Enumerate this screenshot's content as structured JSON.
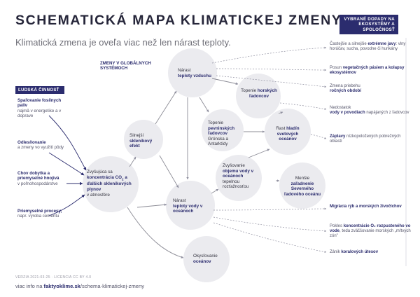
{
  "title": "SCHEMATICKÁ MAPA KLIMATICKEJ ZMENY",
  "subtitle": "Klimatická zmena je oveľa viac než len nárast teploty.",
  "sections": {
    "human": "ĽUDSKÁ ČINNOSŤ",
    "systems": "ZMENY V GLOBÁLNYCH SYSTÉMOCH",
    "impacts": "VYBRANÉ DOPADY NA EKOSYSTÉMY A SPOLOČNOSŤ"
  },
  "activities": [
    {
      "bold": "Spaľovanie fosílnych palív",
      "rest": "najmä v energetike a v doprave"
    },
    {
      "bold": "Odlesňovanie",
      "rest": "a zmeny vo využití pôdy"
    },
    {
      "bold": "Chov dobytka a priemyselné hnojivá",
      "rest": "v poľnohospodárstve"
    },
    {
      "bold": "Priemyselné procesy,",
      "rest": "napr. výroba cementu"
    }
  ],
  "nodes": {
    "gases": {
      "pre": "Zvyšujúca sa",
      "bold1": "koncentrácia CO",
      "sub": "2",
      "bold2": "a ďalších skleníkových plynov",
      "post": "v atmosfére"
    },
    "greenhouse": {
      "pre": "Silnejší",
      "bold": "skleníkový efekt"
    },
    "air": {
      "pre": "Nárast",
      "bold": "teploty vzduchu"
    },
    "glaciers": {
      "pre": "Topenie",
      "bold": "horských ľadovcov"
    },
    "icesheets": {
      "pre": "Topenie",
      "bold": "pevninských ľadovcov",
      "post": "Grónska a Antarktídy"
    },
    "sea": {
      "pre": "Rast",
      "bold": "hladín svetových oceánov"
    },
    "volume": {
      "pre": "Zvyšovanie",
      "bold": "objemu vody v oceánoch",
      "post": "tepelnou rozťažnosťou"
    },
    "ocean": {
      "pre": "Nárast",
      "bold": "teploty vody v oceánoch"
    },
    "ice": {
      "pre": "Menšie",
      "bold": "zaľadnenie Severného ľadového oceánu"
    },
    "acid": {
      "pre": "Okysľovanie",
      "bold": "oceánov"
    }
  },
  "impacts": [
    {
      "pre": "Častejšie a silnejšie",
      "bold": "extrémne javy",
      "post": ": vlny horúčav, sucha, povodne či hurikány"
    },
    {
      "pre": "Posun",
      "bold": "vegetačných pásiem a kolapsy ekosystémov",
      "post": ""
    },
    {
      "pre": "Zmena priebehu",
      "bold": "ročných období",
      "post": ""
    },
    {
      "pre": "Nedostatok",
      "bold": "vody v povodiach",
      "post": "napájaných z ľadovcov"
    },
    {
      "pre": "",
      "bold": "Záplavy",
      "post": "nízkopoložených pobrežných oblastí"
    },
    {
      "pre": "",
      "bold": "Migrácia rýb a morských živočíchov",
      "post": ""
    },
    {
      "pre": "Pokles",
      "bold": "koncentrácie O₂ rozpusteného vo vode",
      "post": ", teda zväčšovanie morských „mŕtvych zón\""
    },
    {
      "pre": "Zánik",
      "bold": "koralových útesov",
      "post": ""
    }
  ],
  "footer": {
    "version": "VERZIA 2021-03-25 · LICENCIA CC BY 4.0",
    "link_pre": "viac info na",
    "link_bold": "faktyoklime.sk",
    "link_post": "/schema-klimatickej-zmeny"
  }
}
